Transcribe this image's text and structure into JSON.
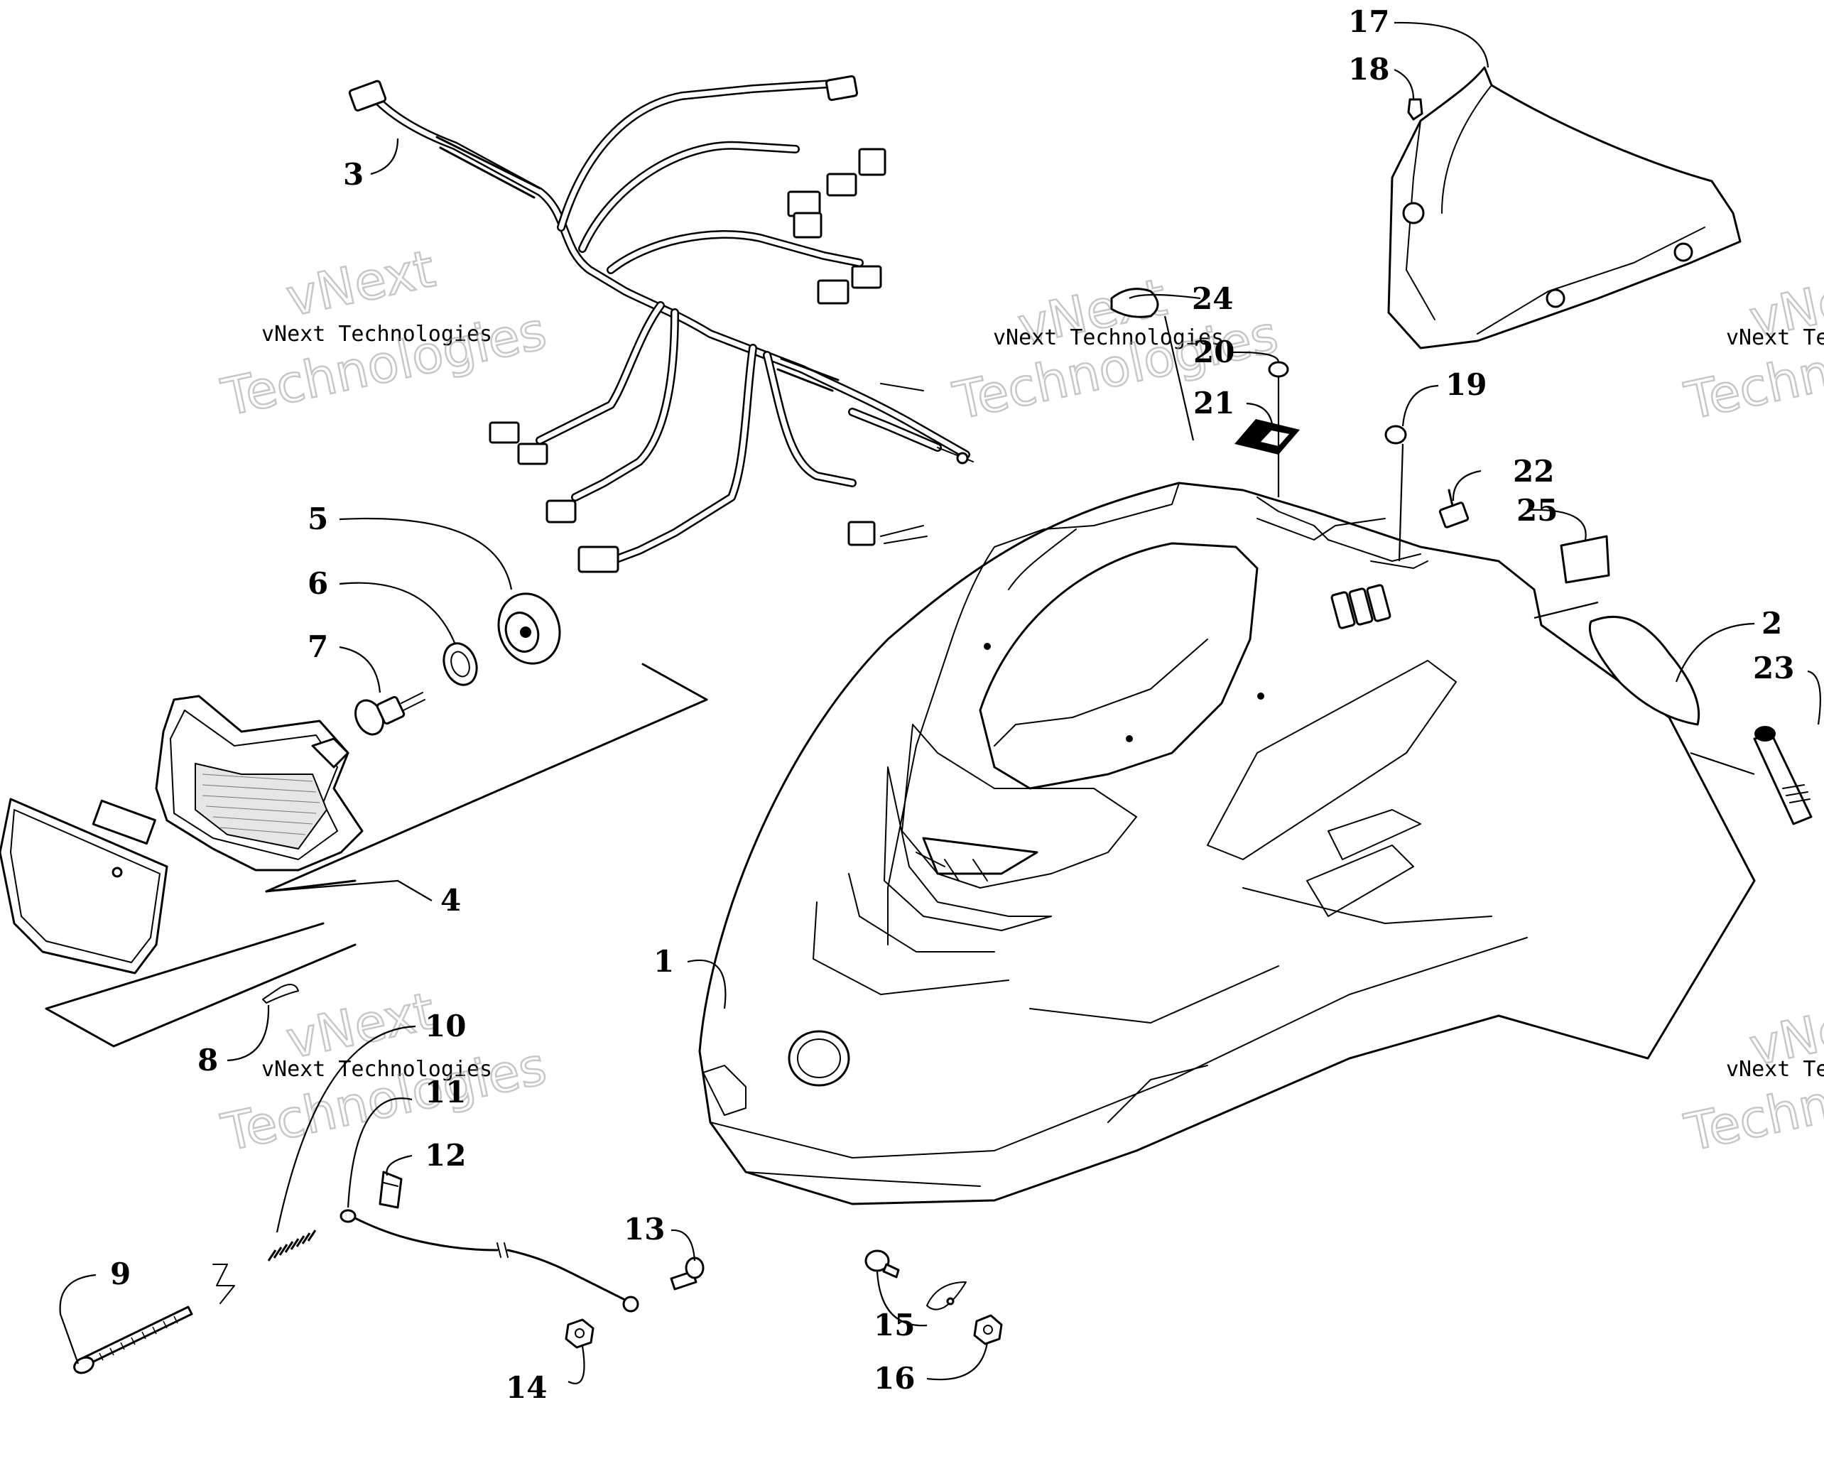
{
  "callouts": [
    {
      "id": "part-1",
      "label": "1"
    },
    {
      "id": "part-2",
      "label": "2"
    },
    {
      "id": "part-3",
      "label": "3"
    },
    {
      "id": "part-4",
      "label": "4"
    },
    {
      "id": "part-5",
      "label": "5"
    },
    {
      "id": "part-6",
      "label": "6"
    },
    {
      "id": "part-7",
      "label": "7"
    },
    {
      "id": "part-8",
      "label": "8"
    },
    {
      "id": "part-9",
      "label": "9"
    },
    {
      "id": "part-10",
      "label": "10"
    },
    {
      "id": "part-11",
      "label": "11"
    },
    {
      "id": "part-12",
      "label": "12"
    },
    {
      "id": "part-13",
      "label": "13"
    },
    {
      "id": "part-14",
      "label": "14"
    },
    {
      "id": "part-15",
      "label": "15"
    },
    {
      "id": "part-16",
      "label": "16"
    },
    {
      "id": "part-17",
      "label": "17"
    },
    {
      "id": "part-18",
      "label": "18"
    },
    {
      "id": "part-19",
      "label": "19"
    },
    {
      "id": "part-20",
      "label": "20"
    },
    {
      "id": "part-21",
      "label": "21"
    },
    {
      "id": "part-22",
      "label": "22"
    },
    {
      "id": "part-23",
      "label": "23"
    },
    {
      "id": "part-24",
      "label": "24"
    },
    {
      "id": "part-25",
      "label": "25"
    }
  ],
  "watermark": {
    "line1": "vNext",
    "line2": "vNext Technologies",
    "line3": "Technologies",
    "alt_line1": "vNext"
  }
}
